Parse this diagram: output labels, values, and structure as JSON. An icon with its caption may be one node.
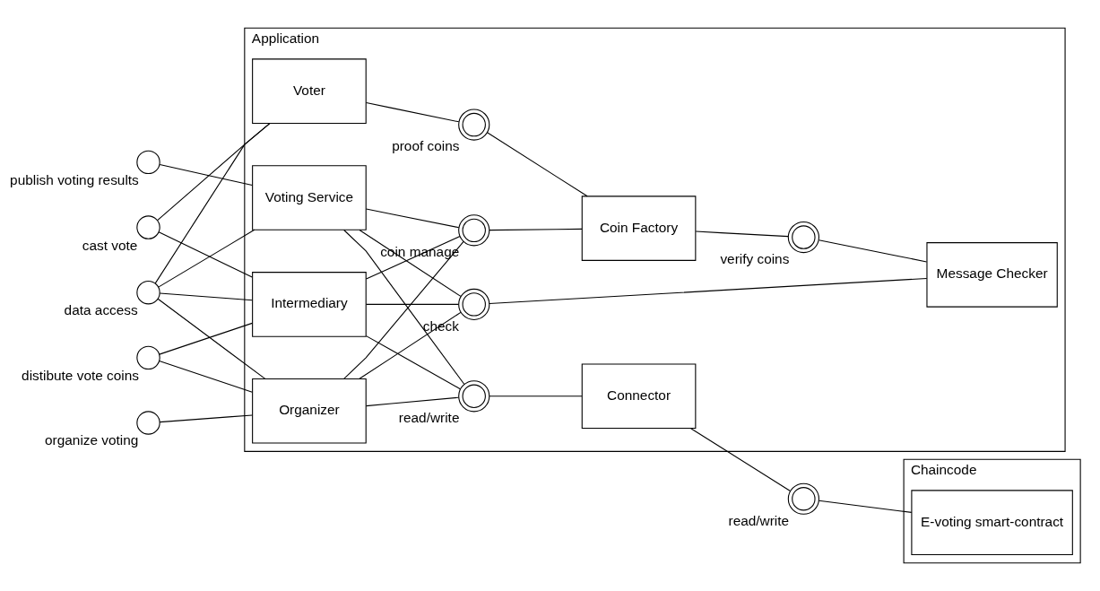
{
  "diagram": {
    "nodes": [
      {
        "text": [
          "Application"
        ]
      },
      {
        "text": [
          "Organizer"
        ],
        "in": 0
      },
      {
        "text": [
          "Intermediary"
        ],
        "in": 0
      },
      {
        "text": [
          "Voter"
        ],
        "in": 0
      },
      {
        "text": [
          "Voting Service"
        ],
        "in": 0
      },
      {
        "text": [
          "Connector"
        ],
        "in": 0
      },
      {
        "text": [
          "Coin Factory"
        ],
        "in": 0
      },
      {
        "text": [
          "Message Checker"
        ],
        "in": 0
      },
      {
        "text": [
          "Chaincode"
        ]
      },
      {
        "text": [
          "E-voting smart-contract"
        ],
        "in": 8
      },
      {
        "text": [],
        "shape": "circle",
        "beside": [
          "organize voting"
        ]
      },
      {
        "text": [],
        "shape": "circle",
        "beside": [
          "distibute vote coins"
        ]
      },
      {
        "text": [],
        "shape": "circle",
        "beside": [
          "data access"
        ]
      },
      {
        "text": [],
        "shape": "circle",
        "beside": [
          "cast vote"
        ]
      },
      {
        "text": [],
        "shape": "circle",
        "beside": [
          "publish voting results"
        ]
      },
      {
        "text": [],
        "shape": "circle",
        "beside": [
          "read/write"
        ],
        "in": 0
      },
      {
        "text": [],
        "shape": "circle",
        "beside": [
          "coin manage"
        ],
        "in": 0
      },
      {
        "text": [],
        "shape": "circle",
        "beside": [
          "proof coins"
        ],
        "in": 0
      },
      {
        "text": [],
        "shape": "circle",
        "beside": [
          "verify coins"
        ],
        "in": 0
      },
      {
        "text": [],
        "shape": "circle",
        "beside": [
          "check"
        ],
        "in": 0
      },
      {
        "text": [],
        "shape": "circle",
        "beside": [
          "read/write"
        ]
      }
    ],
    "edges": [
      {
        "from": 10,
        "to": 1,
        "arrow": "none"
      },
      {
        "from": 11,
        "to": 1,
        "arrow": "none"
      },
      {
        "from": 11,
        "to": 2,
        "arrow": "none"
      },
      {
        "from": 12,
        "to": 1,
        "arrow": "none"
      },
      {
        "from": 12,
        "to": 2,
        "arrow": "none"
      },
      {
        "from": 12,
        "to": 3,
        "arrow": "none"
      },
      {
        "from": 12,
        "to": 4,
        "arrow": "none"
      },
      {
        "from": 13,
        "to": 2,
        "arrow": "none"
      },
      {
        "from": 13,
        "to": 3,
        "arrow": "none"
      },
      {
        "from": 14,
        "to": 4,
        "arrow": "none"
      },
      {
        "from": 1,
        "to": 15,
        "arrow": "none"
      },
      {
        "from": 2,
        "to": 15,
        "arrow": "none"
      },
      {
        "from": 4,
        "to": 15,
        "arrow": "none"
      },
      {
        "from": 1,
        "to": 16,
        "arrow": "none"
      },
      {
        "from": 2,
        "to": 16,
        "arrow": "none"
      },
      {
        "from": 4,
        "to": 16,
        "arrow": "none"
      },
      {
        "from": 1,
        "to": 19,
        "arrow": "none"
      },
      {
        "from": 2,
        "to": 19,
        "arrow": "none"
      },
      {
        "from": 4,
        "to": 19,
        "arrow": "none"
      },
      {
        "from": 3,
        "to": 17,
        "arrow": "none"
      },
      {
        "from": 15,
        "to": 5,
        "arrow": "none"
      },
      {
        "from": 16,
        "to": 6,
        "arrow": "none"
      },
      {
        "from": 17,
        "to": 6,
        "arrow": "none"
      },
      {
        "from": 6,
        "to": 18,
        "arrow": "none"
      },
      {
        "from": 18,
        "to": 7,
        "arrow": "none"
      },
      {
        "from": 19,
        "to": 7,
        "arrow": "none"
      },
      {
        "from": 5,
        "to": 20,
        "arrow": "none"
      },
      {
        "from": 20,
        "to": 9,
        "arrow": "none"
      }
    ]
  }
}
